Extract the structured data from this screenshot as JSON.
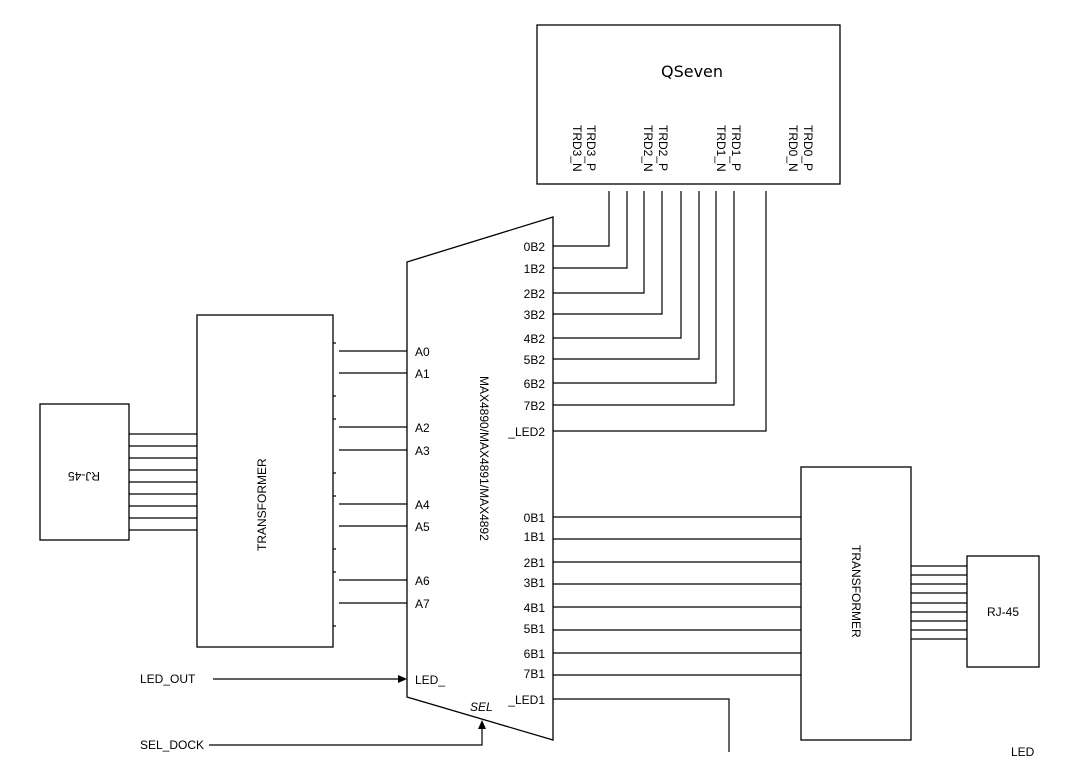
{
  "qseven": {
    "title": "QSeven",
    "pins": [
      "TRD3_N",
      "TRD3_P",
      "TRD2_N",
      "TRD2_P",
      "TRD1_N",
      "TRD1_P",
      "TRD0_N",
      "TRD0_P"
    ]
  },
  "mux": {
    "part": "MAX4890/MAX4891/MAX4892",
    "left_pins": [
      "A0",
      "A1",
      "A2",
      "A3",
      "A4",
      "A5",
      "A6",
      "A7",
      "LED_"
    ],
    "sel_pin": "SEL",
    "right_top_pins": [
      "0B2",
      "1B2",
      "2B2",
      "3B2",
      "4B2",
      "5B2",
      "6B2",
      "7B2",
      "_LED2"
    ],
    "right_bottom_pins": [
      "0B1",
      "1B1",
      "2B1",
      "3B1",
      "4B1",
      "5B1",
      "6B1",
      "7B1",
      "_LED1"
    ]
  },
  "left_transformer": {
    "label": "TRANSFORMER"
  },
  "left_rj45": {
    "label": "RJ-45"
  },
  "right_transformer": {
    "label": "TRANSFORMER"
  },
  "right_rj45": {
    "label": "RJ-45"
  },
  "signals": {
    "led_out": "LED_OUT",
    "sel_dock": "SEL_DOCK",
    "led_partial": "LED"
  }
}
